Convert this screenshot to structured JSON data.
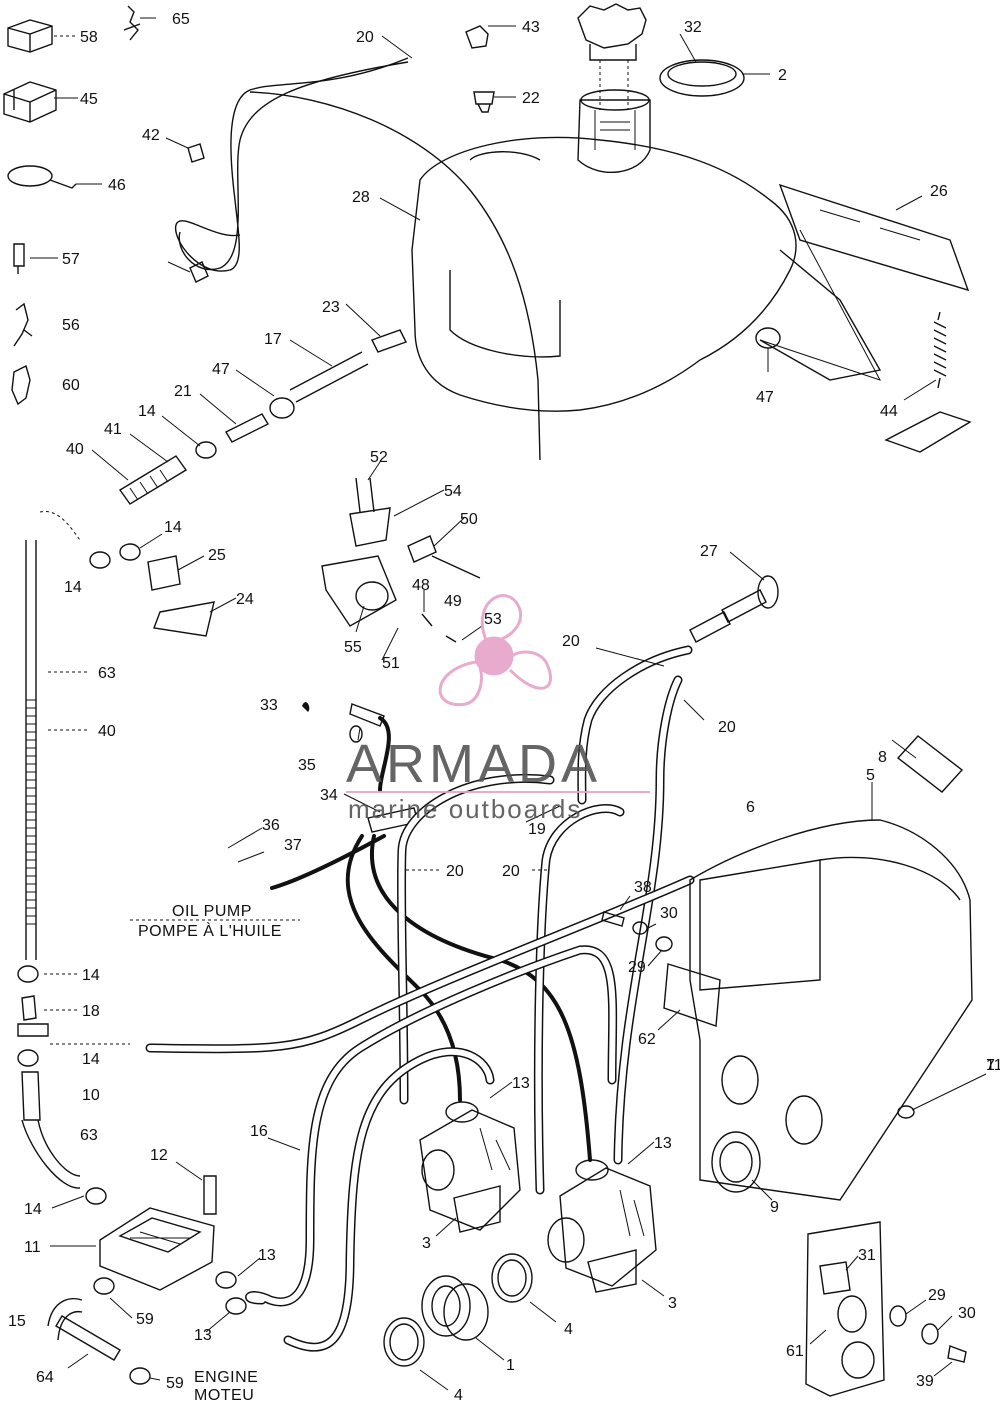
{
  "callouts": [
    "58",
    "65",
    "45",
    "46",
    "57",
    "56",
    "60",
    "20",
    "43",
    "22",
    "32",
    "2",
    "42",
    "28",
    "26",
    "23",
    "17",
    "47",
    "44",
    "21",
    "14",
    "41",
    "40",
    "52",
    "54",
    "50",
    "25",
    "24",
    "55",
    "51",
    "48",
    "49",
    "53",
    "27",
    "63",
    "33",
    "35",
    "34",
    "8",
    "5",
    "6",
    "19",
    "36",
    "37",
    "38",
    "30",
    "29",
    "62",
    "18",
    "10",
    "16",
    "12",
    "11",
    "13",
    "3",
    "9",
    "7",
    "4",
    "1",
    "31",
    "61",
    "39",
    "59",
    "15",
    "64"
  ],
  "labels": {
    "oil_pump": [
      "OIL PUMP",
      "POMPE À L'HUILE"
    ],
    "engine": [
      "ENGINE",
      "MOTEU"
    ]
  },
  "watermark": {
    "brand": "ARMADA",
    "tagline": "marine outboards",
    "accent": "#e6a3c8",
    "text_color": "#555555"
  }
}
